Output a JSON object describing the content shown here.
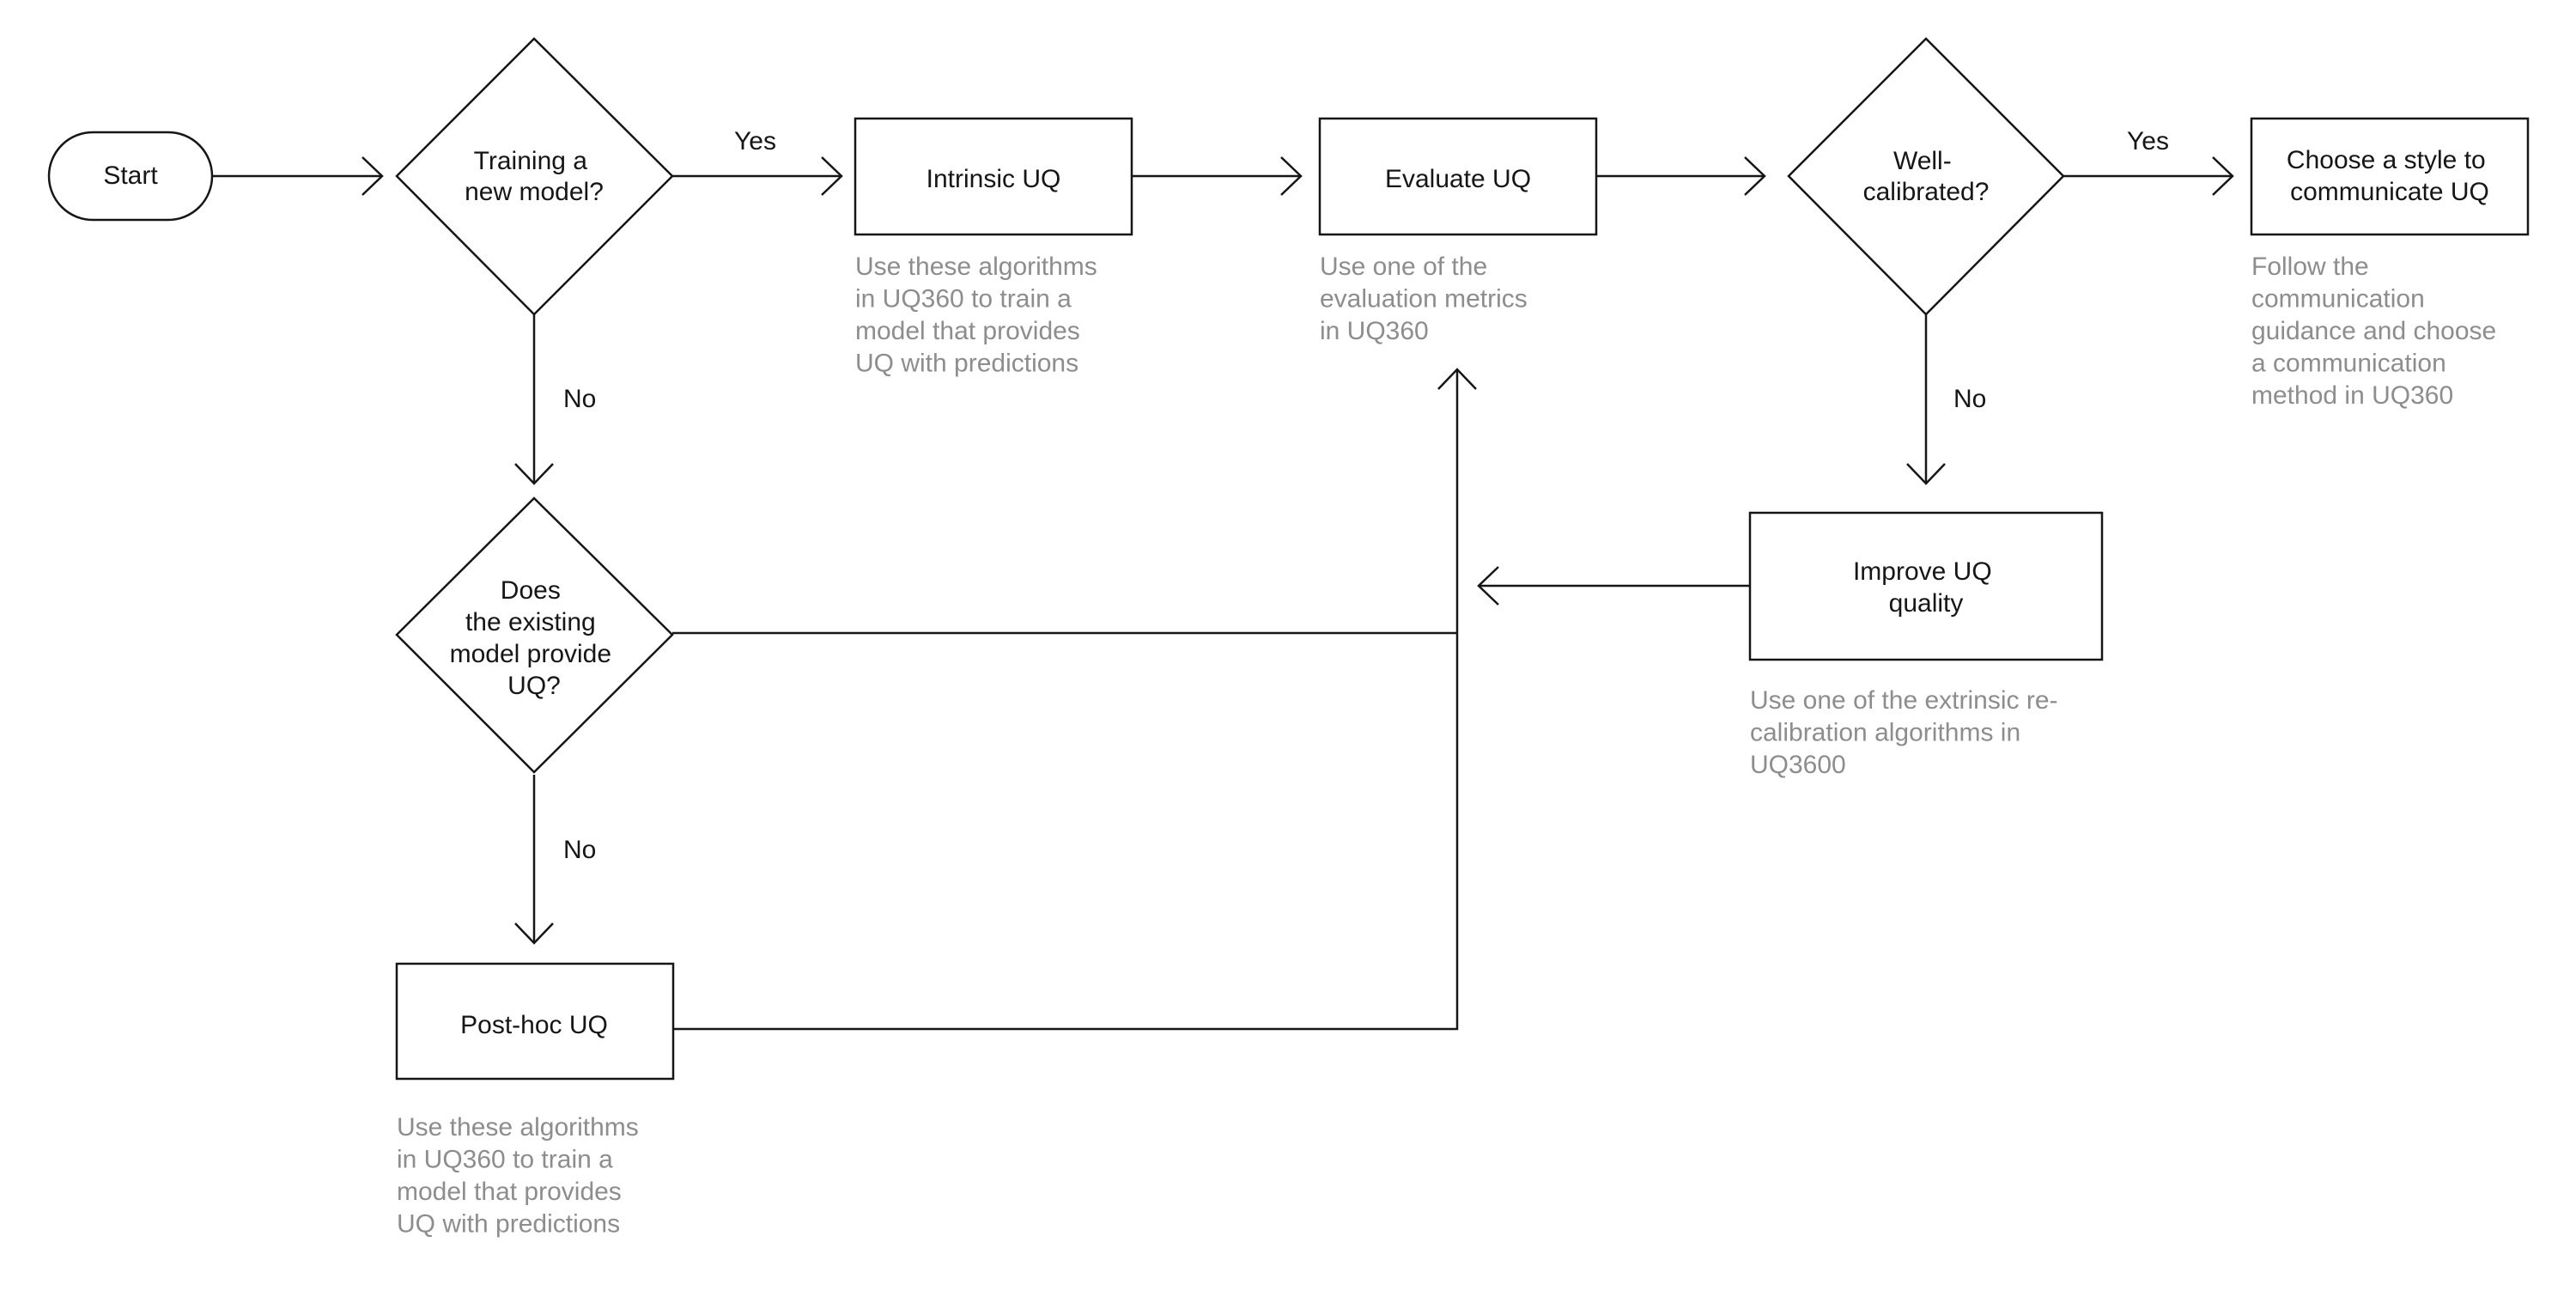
{
  "nodes": {
    "start": {
      "label": [
        "Start"
      ]
    },
    "training_decision": {
      "label": [
        "Training a",
        "new model?"
      ]
    },
    "intrinsic_uq": {
      "label": [
        "Intrinsic UQ"
      ],
      "note": [
        "Use these algorithms",
        "in UQ360 to train a",
        "model that provides",
        "UQ with predictions"
      ]
    },
    "evaluate_uq": {
      "label": [
        "Evaluate UQ"
      ],
      "note": [
        "Use one of the",
        "evaluation metrics",
        "in UQ360"
      ]
    },
    "well_calibrated_decision": {
      "label": [
        "Well-",
        "calibrated?"
      ]
    },
    "choose_style": {
      "label": [
        "Choose a style to",
        "communicate UQ"
      ],
      "note": [
        "Follow the",
        "communication",
        "guidance and choose",
        "a communication",
        "method in UQ360"
      ]
    },
    "existing_model_decision": {
      "label": [
        "Does",
        "the existing",
        "model provide",
        "UQ?"
      ]
    },
    "improve_uq": {
      "label": [
        "Improve UQ",
        "quality"
      ],
      "note": [
        "Use one of the extrinsic re-",
        "calibration algorithms in",
        "UQ3600"
      ]
    },
    "posthoc_uq": {
      "label": [
        "Post-hoc UQ"
      ],
      "note": [
        "Use these algorithms",
        "in UQ360 to train a",
        "model that provides",
        "UQ with predictions"
      ]
    }
  },
  "edges": {
    "training_yes": "Yes",
    "training_no": "No",
    "calibrated_yes": "Yes",
    "calibrated_no": "No",
    "existing_no": "No"
  }
}
